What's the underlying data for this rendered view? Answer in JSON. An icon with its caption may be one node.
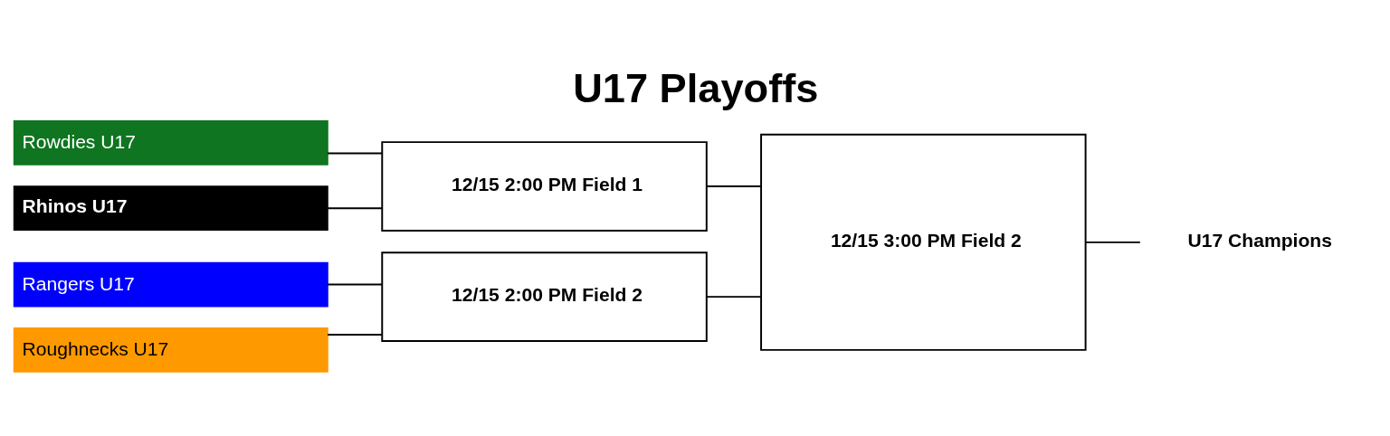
{
  "diagram": {
    "title": "U17 Playoffs",
    "nodes": [
      {
        "text": [
          "Rowdies U17"
        ]
      },
      {
        "text": [
          "Rhinos U17"
        ]
      },
      {
        "text": [
          "12/15 2:00 PM Field 1"
        ]
      },
      {
        "text": [
          "Rangers U17"
        ]
      },
      {
        "text": [
          "Roughnecks U17"
        ]
      },
      {
        "text": [
          "12/15 2:00 PM Field 2"
        ]
      },
      {
        "text": [
          "12/15 3:00 PM Field 2"
        ]
      },
      {
        "text": [
          "U17 Champions"
        ]
      }
    ],
    "edges": [
      {
        "from": 0,
        "to": 2,
        "arrow": "none"
      },
      {
        "from": 1,
        "to": 2,
        "arrow": "none"
      },
      {
        "from": 3,
        "to": 5,
        "arrow": "none"
      },
      {
        "from": 4,
        "to": 5,
        "arrow": "none"
      },
      {
        "from": 2,
        "to": 6,
        "arrow": "none"
      },
      {
        "from": 5,
        "to": 6,
        "arrow": "none"
      },
      {
        "from": 6,
        "to": 7,
        "arrow": "none"
      }
    ]
  }
}
